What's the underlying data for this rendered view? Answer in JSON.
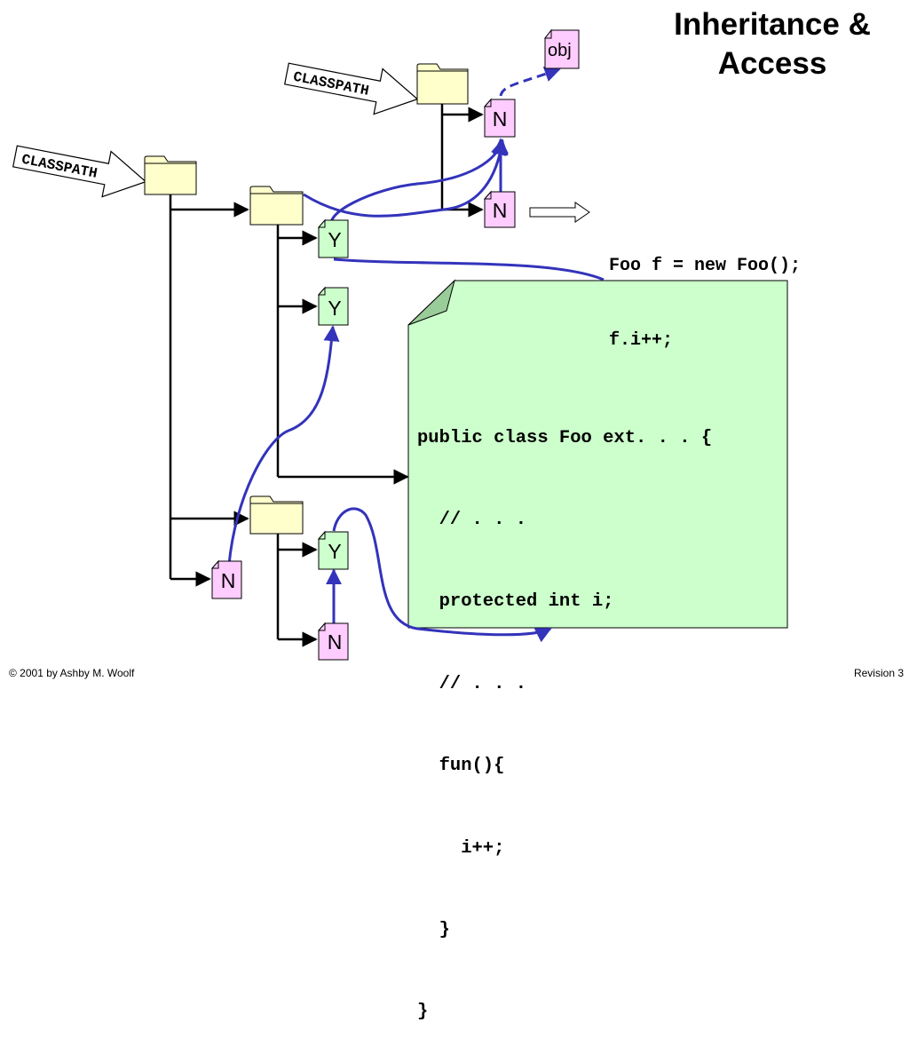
{
  "title": {
    "line1": "Inheritance &",
    "line2": "Access"
  },
  "classpath_labels": {
    "upper": "CLASSPATH",
    "lower": "CLASSPATH"
  },
  "object_label": "obj",
  "badges": {
    "upper_n1": "N",
    "upper_n2": "N",
    "y1": "Y",
    "y2": "Y",
    "lower_n": "N",
    "y3": "Y",
    "bottom_n": "N"
  },
  "usage_code": [
    "Foo f = new Foo();",
    "f.i++;"
  ],
  "foo_class_code": [
    "public class Foo ext. . . {",
    "  // . . .",
    "  protected int i;",
    "  // . . .",
    "  fun(){",
    "    i++;",
    "  }",
    "}"
  ],
  "footer": {
    "copyright": "© 2001 by Ashby M. Woolf",
    "revision": "Revision 3"
  },
  "colors": {
    "folder_fill": "#ffffcc",
    "accessible_fill": "#ccffcc",
    "denied_fill": "#ffccff",
    "arrow_blue": "#3333bb",
    "note_fill": "#ccffcc",
    "note_fold": "#99cc99"
  }
}
